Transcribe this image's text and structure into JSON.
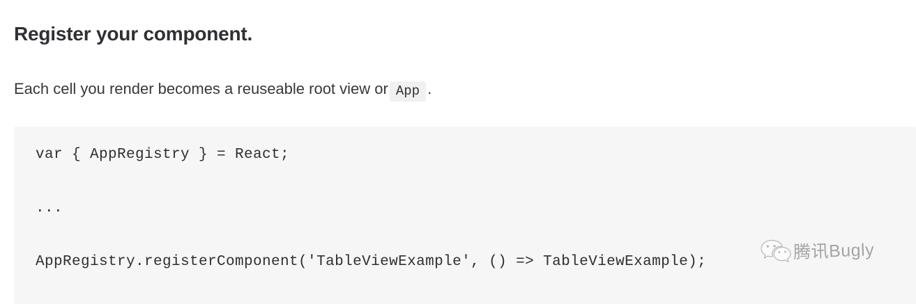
{
  "document": {
    "heading": "Register your component.",
    "paragraph": {
      "before_code": "Each cell you render becomes a reuseable root view or",
      "code_chip": "App",
      "after_code": "."
    },
    "code_block": {
      "language": "javascript",
      "background_color": "#f6f6f6",
      "lines": [
        "var { AppRegistry } = React;",
        "",
        "...",
        "",
        "AppRegistry.registerComponent('TableViewExample', () => TableViewExample);"
      ]
    }
  },
  "watermark": {
    "icon_name": "wechat-icon",
    "text": "腾讯Bugly",
    "color": "#6f7276"
  },
  "colors": {
    "page_background": "#ffffff",
    "heading_text": "#2f3033",
    "body_text": "#36383b",
    "code_text": "#2d2f31",
    "code_background": "#f6f6f6",
    "inline_code_background": "#f1f1f1"
  }
}
